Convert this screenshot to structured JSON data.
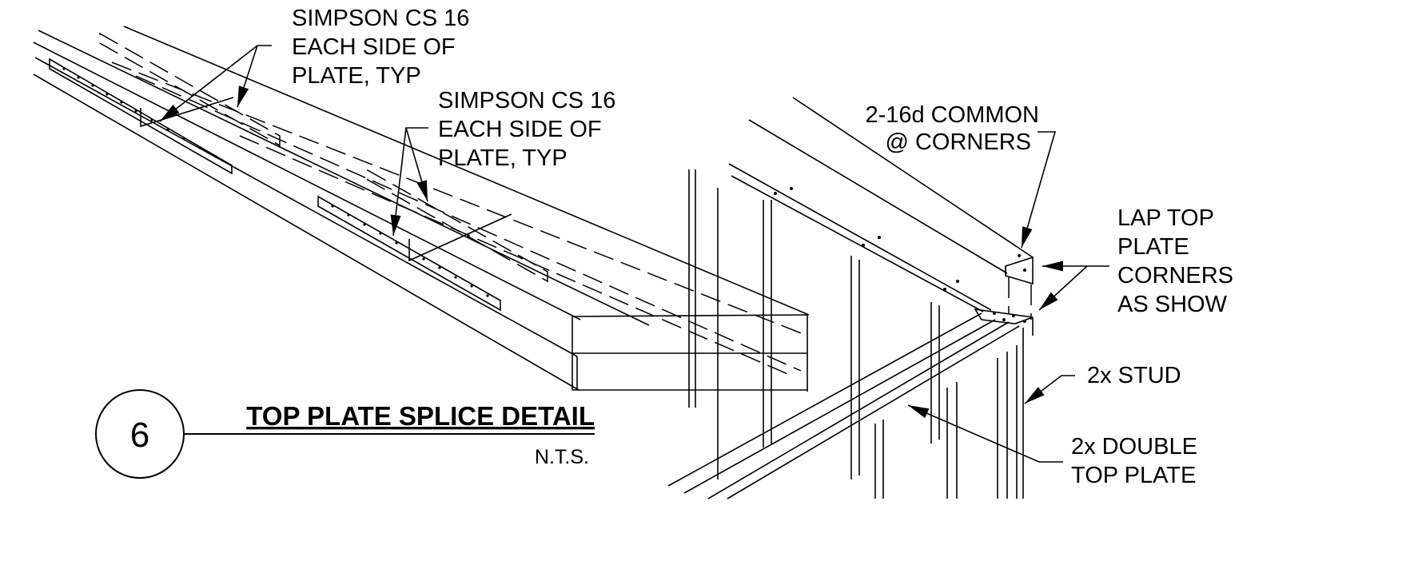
{
  "notes": {
    "simpson_top": [
      "SIMPSON CS 16",
      "EACH SIDE OF",
      "PLATE, TYP"
    ],
    "simpson_mid": [
      "SIMPSON CS 16",
      "EACH SIDE OF",
      "PLATE, TYP"
    ],
    "nails": [
      "2-16d COMMON",
      "@ CORNERS"
    ],
    "lap": [
      "LAP TOP",
      "PLATE",
      "CORNERS",
      "AS SHOW"
    ],
    "stud": [
      "2x STUD"
    ],
    "double_plate": [
      "2x DOUBLE",
      "TOP PLATE"
    ]
  },
  "detail": {
    "number": "6",
    "title": "TOP PLATE SPLICE DETAIL",
    "scale": "N.T.S."
  }
}
